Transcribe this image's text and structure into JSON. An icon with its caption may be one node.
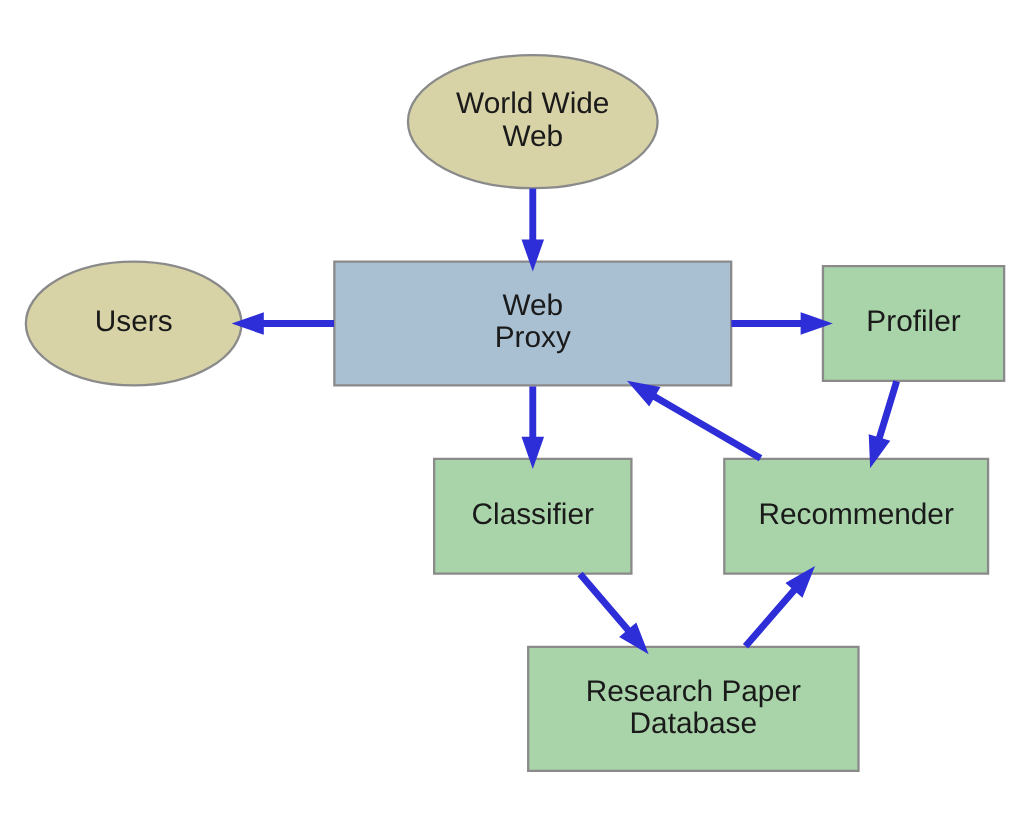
{
  "diagram": {
    "nodes": [
      {
        "text": [
          "World Wide Web"
        ]
      },
      {
        "text": [
          "Web Proxy"
        ]
      },
      {
        "text": [
          "Users"
        ]
      },
      {
        "text": [
          "Profiler"
        ]
      },
      {
        "text": [
          "Classifier"
        ]
      },
      {
        "text": [
          "Recommender"
        ]
      },
      {
        "text": [
          "Research Paper Database"
        ]
      }
    ],
    "edges": [
      {
        "from": 0,
        "to": 1,
        "arrow": "to"
      },
      {
        "from": 1,
        "to": 2,
        "arrow": "to"
      },
      {
        "from": 1,
        "to": 3,
        "arrow": "to"
      },
      {
        "from": 1,
        "to": 4,
        "arrow": "to"
      },
      {
        "from": 5,
        "to": 1,
        "arrow": "to"
      },
      {
        "from": 3,
        "to": 5,
        "arrow": "to"
      },
      {
        "from": 4,
        "to": 6,
        "arrow": "to"
      },
      {
        "from": 6,
        "to": 5,
        "arrow": "to"
      }
    ]
  }
}
